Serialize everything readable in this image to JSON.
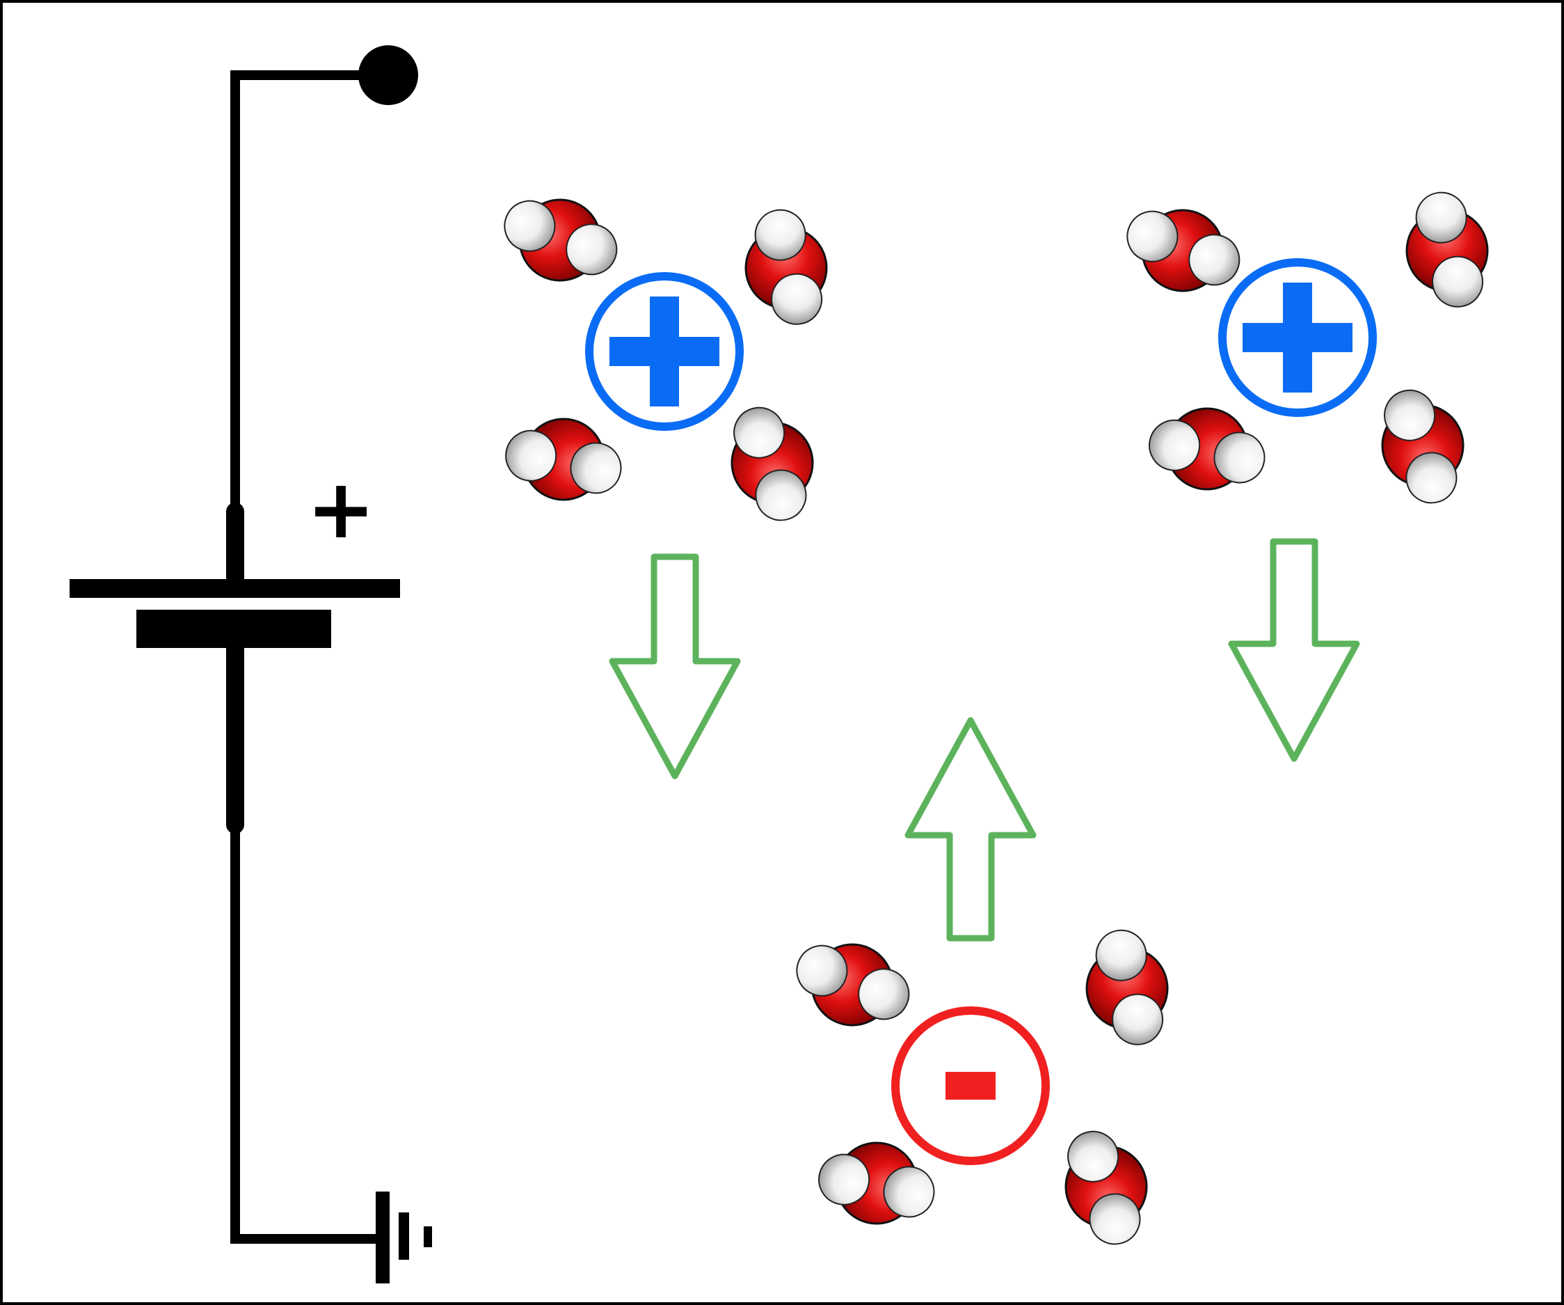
{
  "battery": {
    "plus_sign": "+"
  },
  "ions": [
    {
      "charge": "positive",
      "symbol": "+",
      "color": "#0a6cf5",
      "arrow_direction": "down"
    },
    {
      "charge": "positive",
      "symbol": "+",
      "color": "#0a6cf5",
      "arrow_direction": "down"
    },
    {
      "charge": "negative",
      "symbol": "-",
      "color": "#f02020",
      "arrow_direction": "up"
    }
  ],
  "water_molecule_count_per_ion": 4,
  "colors": {
    "wire": "#000000",
    "arrow_outline": "#5cb35c",
    "oxygen": "#e01010",
    "hydrogen": "#f2f2f2",
    "frame": "#000000"
  },
  "icons": [
    "terminal-dot-icon",
    "battery-icon",
    "ground-icon",
    "water-molecule-icon",
    "arrow-down-icon",
    "arrow-up-icon"
  ]
}
